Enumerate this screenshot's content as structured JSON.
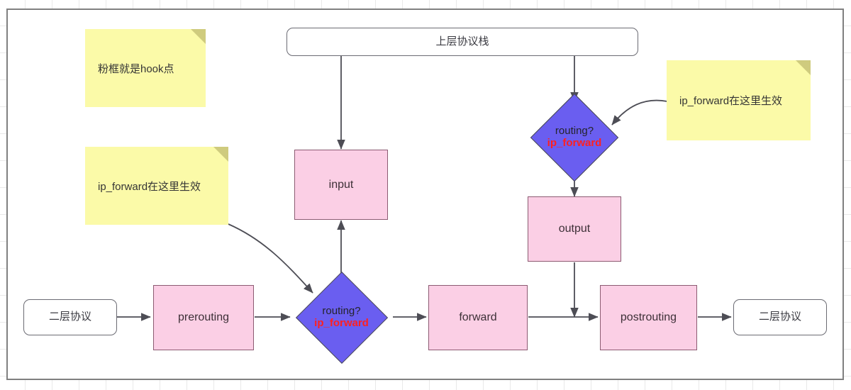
{
  "diagram": {
    "title_note": "粉框就是hook点",
    "nodes": {
      "upper_stack": {
        "label": "上层协议栈",
        "shape": "rounded-rect"
      },
      "input": {
        "label": "input",
        "shape": "rect",
        "kind": "hook"
      },
      "output": {
        "label": "output",
        "shape": "rect",
        "kind": "hook"
      },
      "prerouting": {
        "label": "prerouting",
        "shape": "rect",
        "kind": "hook"
      },
      "forward": {
        "label": "forward",
        "shape": "rect",
        "kind": "hook"
      },
      "postrouting": {
        "label": "postrouting",
        "shape": "rect",
        "kind": "hook"
      },
      "l2_in": {
        "label": "二层协议",
        "shape": "rounded-rect"
      },
      "l2_out": {
        "label": "二层协议",
        "shape": "rounded-rect"
      },
      "routing_top": {
        "label_main": "routing?",
        "label_sub": "ip_forward",
        "shape": "diamond"
      },
      "routing_bottom": {
        "label_main": "routing?",
        "label_sub": "ip_forward",
        "shape": "diamond"
      }
    },
    "notes": {
      "note_hook": "粉框就是hook点",
      "note_ipforward_left": "ip_forward在这里生效",
      "note_ipforward_right": "ip_forward在这里生效"
    },
    "colors": {
      "hook_fill": "#fbcfe5",
      "hook_stroke": "#8c5b72",
      "diamond_fill": "#6a5ef0",
      "diamond_stroke": "#4b4b52",
      "sticky_fill": "#fbfaa8",
      "sticky_fold": "#cfcb7e",
      "wire_stroke": "#4d4d55",
      "accent_red": "#ff2020",
      "page_border": "#808080",
      "grid_line": "#e9e9e9"
    }
  }
}
